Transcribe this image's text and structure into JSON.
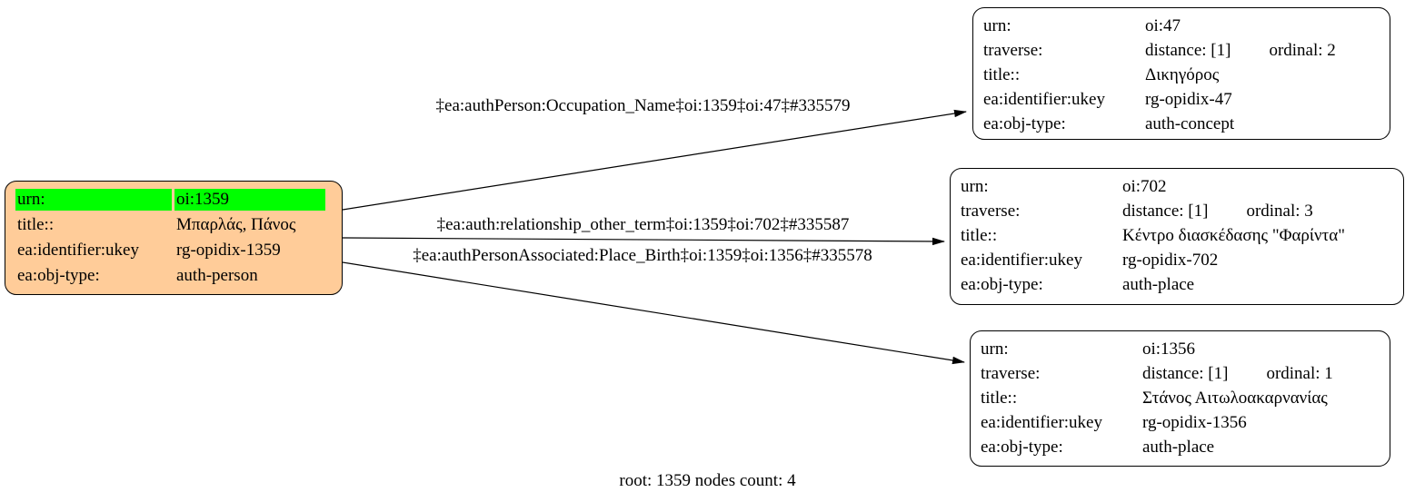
{
  "diagram": {
    "caption": "root: 1359 nodes count: 4",
    "colors": {
      "root_node_fill": "#ffcc99",
      "highlight_fill": "#00ff00",
      "node_fill": "#ffffff",
      "edge_color": "#000000"
    },
    "root_node": {
      "rows": [
        {
          "label": "urn:",
          "value": "oi:1359"
        },
        {
          "label": "title::",
          "value": "Μπαρλάς, Πάνος"
        },
        {
          "label": "ea:identifier:ukey",
          "value": "rg-opidix-1359"
        },
        {
          "label": "ea:obj-type:",
          "value": "auth-person"
        }
      ]
    },
    "nodes": [
      {
        "urn": {
          "label": "urn:",
          "value": "oi:47"
        },
        "traverse": {
          "label": "traverse:",
          "distance": "distance: [1]",
          "ordinal": "ordinal: 2"
        },
        "title": {
          "label": "title::",
          "value": "Δικηγόρος"
        },
        "ukey": {
          "label": "ea:identifier:ukey",
          "value": "rg-opidix-47"
        },
        "objtype": {
          "label": "ea:obj-type:",
          "value": "auth-concept"
        }
      },
      {
        "urn": {
          "label": "urn:",
          "value": "oi:702"
        },
        "traverse": {
          "label": "traverse:",
          "distance": "distance: [1]",
          "ordinal": "ordinal: 3"
        },
        "title": {
          "label": "title::",
          "value": "Κέντρο διασκέδασης \"Φαρίντα\""
        },
        "ukey": {
          "label": "ea:identifier:ukey",
          "value": "rg-opidix-702"
        },
        "objtype": {
          "label": "ea:obj-type:",
          "value": "auth-place"
        }
      },
      {
        "urn": {
          "label": "urn:",
          "value": "oi:1356"
        },
        "traverse": {
          "label": "traverse:",
          "distance": "distance: [1]",
          "ordinal": "ordinal: 1"
        },
        "title": {
          "label": "title::",
          "value": "Στάνος Αιτωλοακαρνανίας"
        },
        "ukey": {
          "label": "ea:identifier:ukey",
          "value": "rg-opidix-1356"
        },
        "objtype": {
          "label": "ea:obj-type:",
          "value": "auth-place"
        }
      }
    ],
    "edges": [
      {
        "label": "‡ea:authPerson:Occupation_Name‡oi:1359‡oi:47‡#335579"
      },
      {
        "label": "‡ea:auth:relationship_other_term‡oi:1359‡oi:702‡#335587"
      },
      {
        "label": "‡ea:authPersonAssociated:Place_Birth‡oi:1359‡oi:1356‡#335578"
      }
    ]
  }
}
